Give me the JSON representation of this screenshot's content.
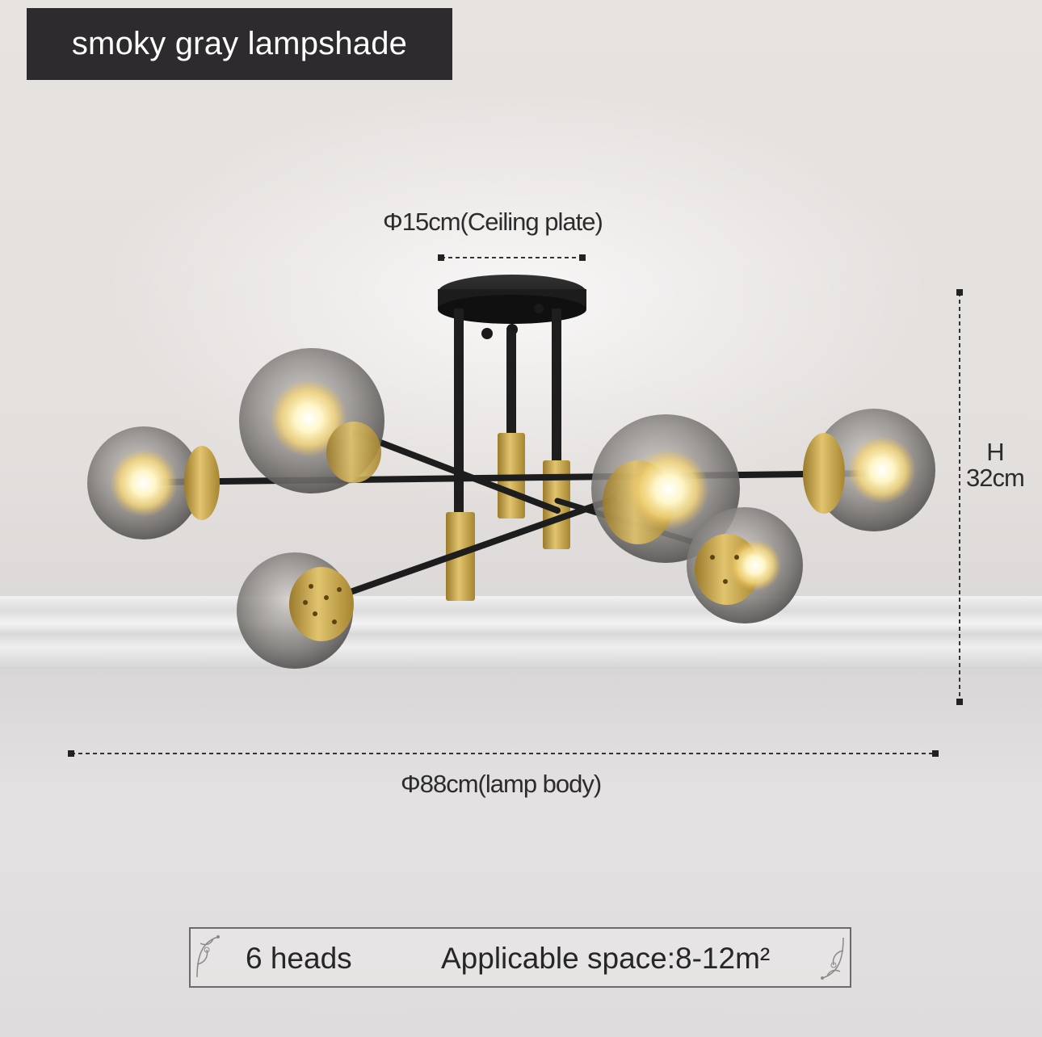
{
  "title": "smoky gray lampshade",
  "dimensions": {
    "ceiling_plate": "Φ15cm(Ceiling plate)",
    "lamp_body": "Φ88cm(lamp body)",
    "height_letter": "H",
    "height_value": "32cm"
  },
  "specs": {
    "heads": "6 heads",
    "space": "Applicable space:8-12m²"
  },
  "colors": {
    "title_background": "#2d2b2d",
    "metal_black": "#1e1e1f",
    "brass": "#c9a54a",
    "smoky_glass": "#8c8a88",
    "bulb_glow": "#fff2b0"
  }
}
